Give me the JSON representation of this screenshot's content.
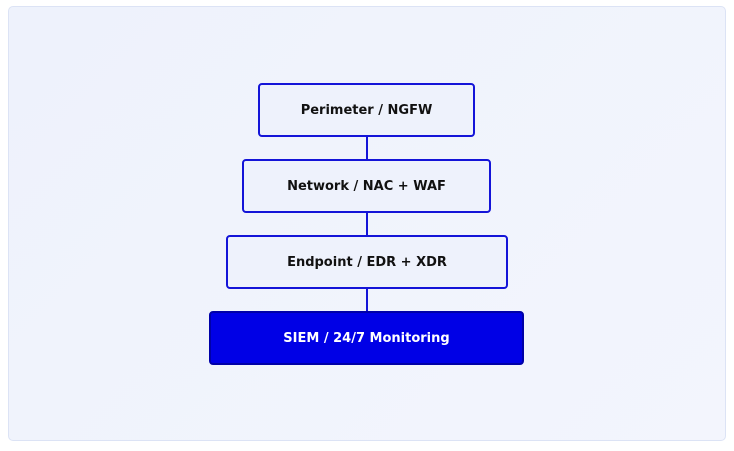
{
  "diagram": {
    "layers": [
      {
        "label": "Perimeter / NGFW"
      },
      {
        "label": "Network / NAC + WAF"
      },
      {
        "label": "Endpoint / EDR + XDR"
      },
      {
        "label": "SIEM / 24/7 Monitoring"
      }
    ],
    "colors": {
      "accent": "#0000e6",
      "border": "#1414d8",
      "box_bg": "#eef2fc"
    }
  }
}
